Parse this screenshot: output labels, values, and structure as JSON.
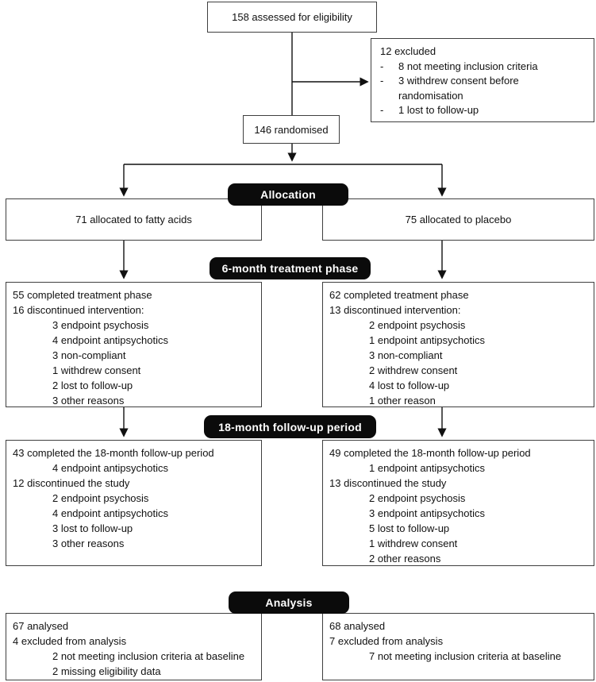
{
  "diagram_title": "CONSORT participant flow diagram",
  "colors": {
    "background": "#ffffff",
    "box_border": "#3f3f3f",
    "text": "#111111",
    "band_bg": "#0b0b0b",
    "band_text": "#ffffff"
  },
  "bands": {
    "allocation": "Allocation",
    "treatment": "6-month treatment phase",
    "followup": "18-month follow-up period",
    "analysis": "Analysis"
  },
  "boxes": {
    "assessed": {
      "text": "158 assessed for eligibility"
    },
    "excluded": {
      "title": "12 excluded",
      "bullet": "-",
      "items": [
        "8 not meeting inclusion criteria",
        "3 withdrew consent before randomisation",
        "1 lost to follow-up"
      ]
    },
    "randomised": {
      "text": "146 randomised"
    },
    "allocation_left": {
      "text": "71 allocated to fatty acids"
    },
    "allocation_right": {
      "text": "75 allocated to placebo"
    },
    "treatment_left": {
      "lines": [
        {
          "indent": 0,
          "text": "55 completed treatment phase"
        },
        {
          "indent": 0,
          "text": "16 discontinued intervention:"
        },
        {
          "indent": 1,
          "text": "3 endpoint psychosis"
        },
        {
          "indent": 1,
          "text": "4 endpoint antipsychotics"
        },
        {
          "indent": 1,
          "text": "3 non-compliant"
        },
        {
          "indent": 1,
          "text": "1 withdrew consent"
        },
        {
          "indent": 1,
          "text": "2 lost to follow-up"
        },
        {
          "indent": 1,
          "text": "3 other reasons"
        }
      ]
    },
    "treatment_right": {
      "lines": [
        {
          "indent": 0,
          "text": "62 completed treatment phase"
        },
        {
          "indent": 0,
          "text": "13 discontinued intervention:"
        },
        {
          "indent": 1,
          "text": "2 endpoint psychosis"
        },
        {
          "indent": 1,
          "text": "1 endpoint antipsychotics"
        },
        {
          "indent": 1,
          "text": "3 non-compliant"
        },
        {
          "indent": 1,
          "text": "2 withdrew consent"
        },
        {
          "indent": 1,
          "text": "4 lost to follow-up"
        },
        {
          "indent": 1,
          "text": "1 other reason"
        }
      ]
    },
    "followup_left": {
      "lines": [
        {
          "indent": 0,
          "text": "43 completed the 18-month follow-up period"
        },
        {
          "indent": 1,
          "text": "4 endpoint antipsychotics"
        },
        {
          "indent": 0,
          "text": "12 discontinued the study"
        },
        {
          "indent": 1,
          "text": "2 endpoint psychosis"
        },
        {
          "indent": 1,
          "text": "4 endpoint antipsychotics"
        },
        {
          "indent": 1,
          "text": "3 lost to follow-up"
        },
        {
          "indent": 1,
          "text": "3 other reasons"
        }
      ]
    },
    "followup_right": {
      "lines": [
        {
          "indent": 0,
          "text": "49 completed the 18-month follow-up period"
        },
        {
          "indent": 1,
          "text": "1 endpoint antipsychotics"
        },
        {
          "indent": 0,
          "text": "13 discontinued the study"
        },
        {
          "indent": 1,
          "text": "2 endpoint psychosis"
        },
        {
          "indent": 1,
          "text": "3 endpoint antipsychotics"
        },
        {
          "indent": 1,
          "text": "5 lost to follow-up"
        },
        {
          "indent": 1,
          "text": "1 withdrew consent"
        },
        {
          "indent": 1,
          "text": "2 other reasons"
        }
      ]
    },
    "analysis_left": {
      "lines": [
        {
          "indent": 0,
          "text": "67 analysed"
        },
        {
          "indent": 0,
          "text": "4 excluded from analysis"
        },
        {
          "indent": 1,
          "text": "2 not meeting inclusion criteria at baseline"
        },
        {
          "indent": 1,
          "text": "2 missing eligibility data"
        }
      ]
    },
    "analysis_right": {
      "lines": [
        {
          "indent": 0,
          "text": "68 analysed"
        },
        {
          "indent": 0,
          "text": "7 excluded from analysis"
        },
        {
          "indent": 1,
          "text": "7 not meeting inclusion criteria at baseline"
        }
      ]
    }
  }
}
